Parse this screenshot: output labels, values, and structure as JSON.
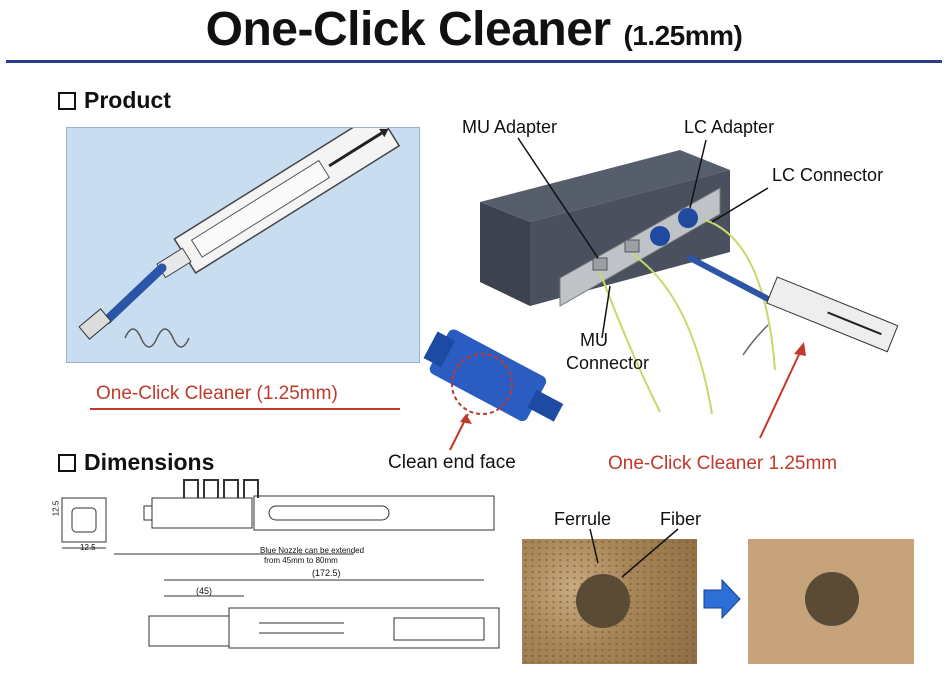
{
  "title": {
    "main": "One-Click Cleaner",
    "sub": "(1.25mm)"
  },
  "sections": {
    "product": "Product",
    "dimensions": "Dimensions"
  },
  "product": {
    "caption": "One-Click Cleaner (1.25mm)"
  },
  "diagram": {
    "mu_adapter": "MU Adapter",
    "lc_adapter": "LC Adapter",
    "lc_connector": "LC Connector",
    "mu_connector_line1": "MU",
    "mu_connector_line2": "Connector",
    "cleaner_caption": "One-Click Cleaner 1.25mm",
    "clean_end_face": "Clean end face"
  },
  "dimensions": {
    "width_label": "12.5",
    "height_label": "12.5",
    "note_line1": "Blue Nozzle can be extended",
    "note_line2": "from 45mm to 80mm",
    "length_label": "(172.5)",
    "nozzle_label": "(45)"
  },
  "photos": {
    "ferrule": "Ferrule",
    "fiber": "Fiber"
  },
  "colors": {
    "accent_rule": "#2a3a8c",
    "caption_red": "#c0392b",
    "nozzle_blue": "#2c55a8"
  }
}
